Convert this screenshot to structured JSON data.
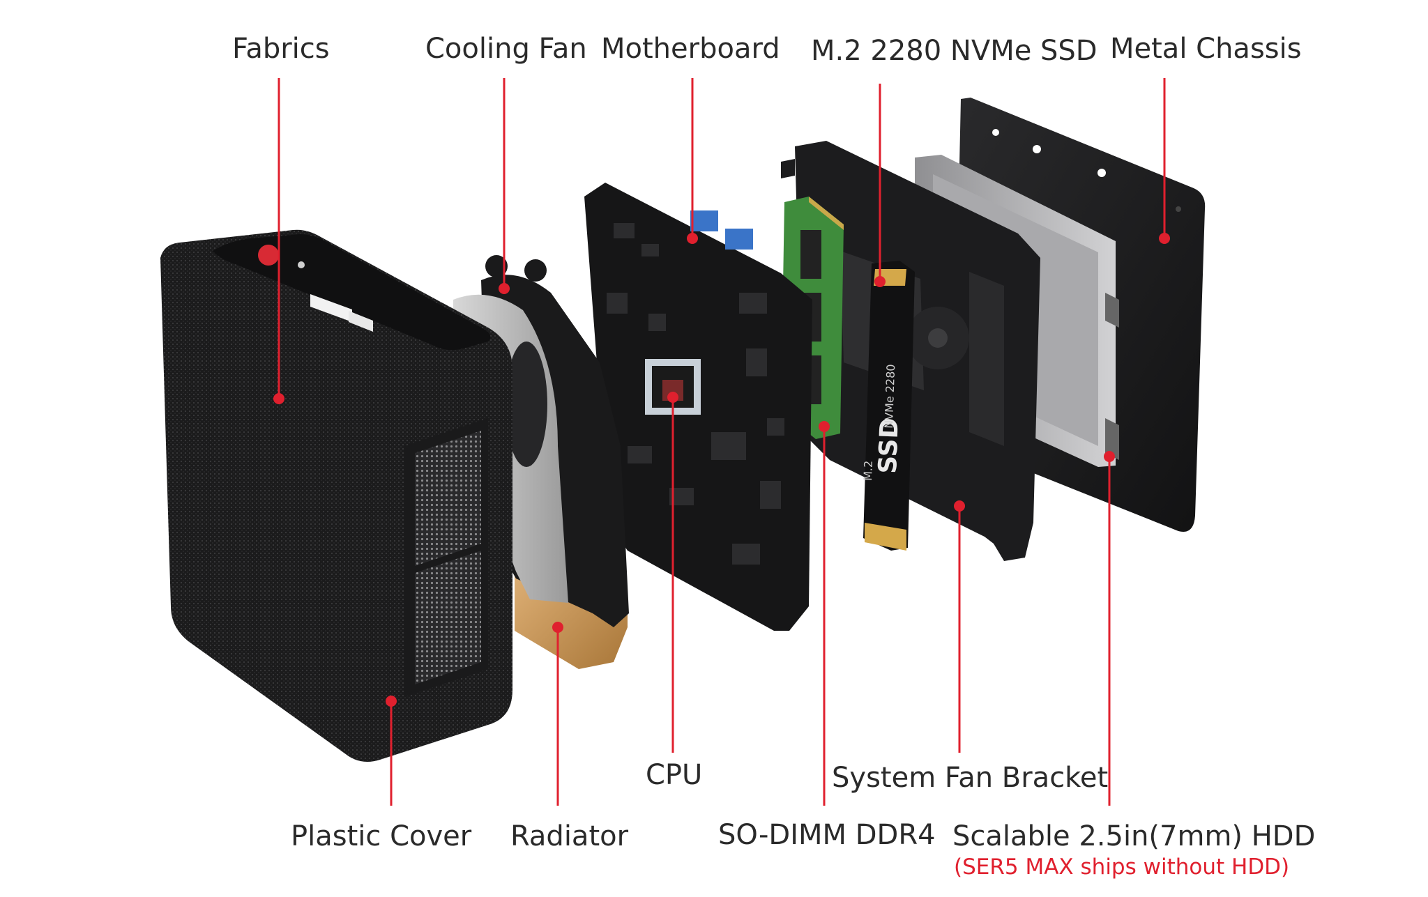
{
  "labels": {
    "fabrics": "Fabrics",
    "cooling_fan": "Cooling Fan",
    "motherboard": "Motherboard",
    "ssd": "M.2 2280 NVMe SSD",
    "metal_chassis": "Metal Chassis",
    "cpu": "CPU",
    "system_fan_bracket": "System Fan Bracket",
    "plastic_cover": "Plastic Cover",
    "radiator": "Radiator",
    "so_dimm": "SO-DIMM DDR4",
    "hdd": "Scalable 2.5in(7mm) HDD",
    "hdd_note": "(SER5 MAX ships without HDD)"
  },
  "ssd_print": {
    "line1": "M.2",
    "line2": "SSD",
    "line3": "NVMe 2280"
  },
  "colors": {
    "accent": "#e0202e",
    "label_text": "#2a2a2a",
    "device_body": "#1c1c1e",
    "fan_blade": "#bcbcbc",
    "radiator": "#c9995a",
    "ram_pcb": "#3f8c3c",
    "ssd_label": "#d4a84a"
  }
}
